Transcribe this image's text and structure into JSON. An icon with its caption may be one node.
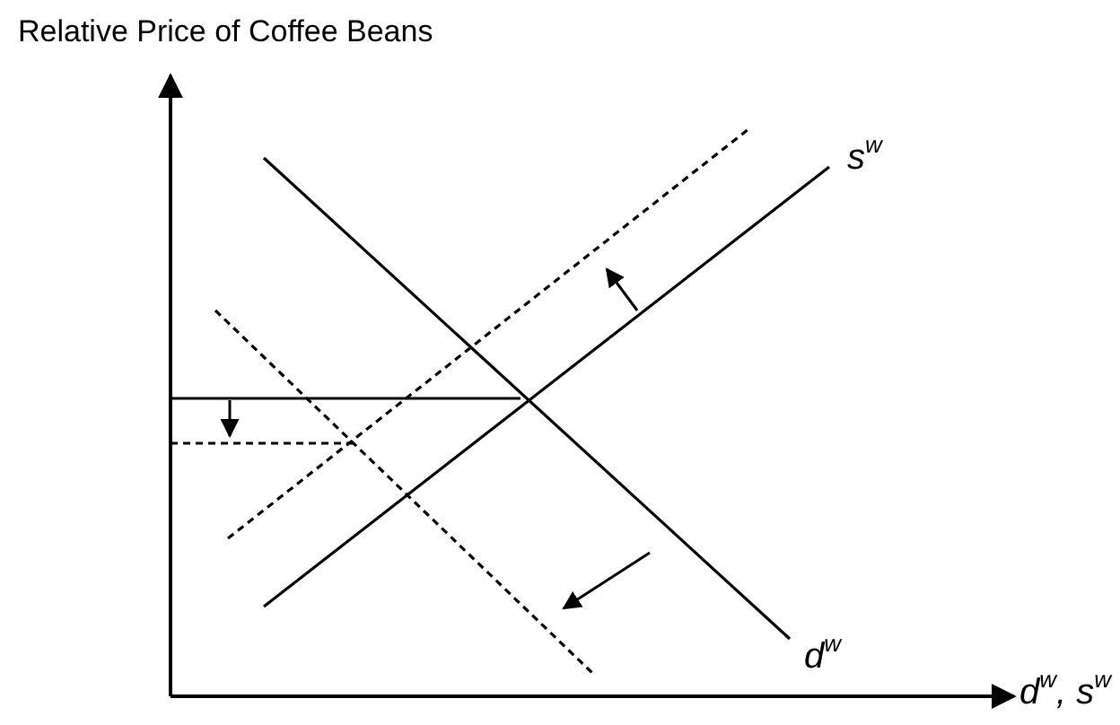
{
  "diagram": {
    "labels": [
      "Relative Price of Coffee Beans",
      "s$^{w}$",
      "d$^{w}$",
      "d$^{w}$, s$^{w}$"
    ]
  }
}
